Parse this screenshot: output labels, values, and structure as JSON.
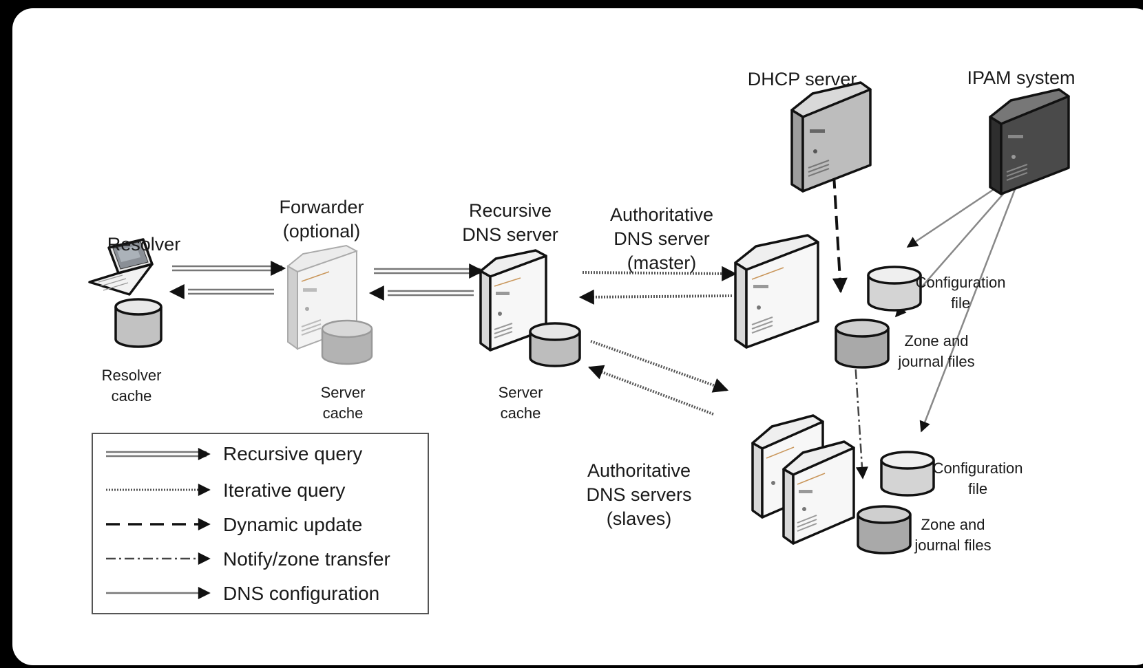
{
  "nodes": {
    "resolver": {
      "title": "Resolver",
      "cache_lines": [
        "Resolver",
        "cache"
      ]
    },
    "forwarder": {
      "title_lines": [
        "Forwarder",
        "(optional)"
      ],
      "cache_lines": [
        "Server",
        "cache"
      ]
    },
    "recursive": {
      "title_lines": [
        "Recursive",
        "DNS server"
      ],
      "cache_lines": [
        "Server",
        "cache"
      ]
    },
    "auth_master": {
      "title_lines": [
        "Authoritative",
        "DNS server",
        "(master)"
      ]
    },
    "auth_slaves": {
      "title_lines": [
        "Authoritative",
        "DNS servers",
        "(slaves)"
      ]
    },
    "dhcp": {
      "title": "DHCP server"
    },
    "ipam": {
      "title": "IPAM system"
    },
    "master_config": {
      "lines": [
        "Configuration",
        "file"
      ]
    },
    "master_zone": {
      "lines": [
        "Zone and",
        "journal files"
      ]
    },
    "slave_config": {
      "lines": [
        "Configuration",
        "file"
      ]
    },
    "slave_zone": {
      "lines": [
        "Zone and",
        "journal files"
      ]
    }
  },
  "legend": [
    {
      "style": "recursive",
      "label": "Recursive query"
    },
    {
      "style": "iterative",
      "label": "Iterative query"
    },
    {
      "style": "dynamic",
      "label": "Dynamic update"
    },
    {
      "style": "notify",
      "label": "Notify/zone transfer"
    },
    {
      "style": "config",
      "label": "DNS configuration"
    }
  ],
  "colors": {
    "frame": "#ffffff",
    "background": "#000000",
    "server_white": "#f4f4f4",
    "server_grey": "#bdbdbd",
    "server_dark": "#4a4a4a",
    "accent_stripe": "#c9965a"
  }
}
